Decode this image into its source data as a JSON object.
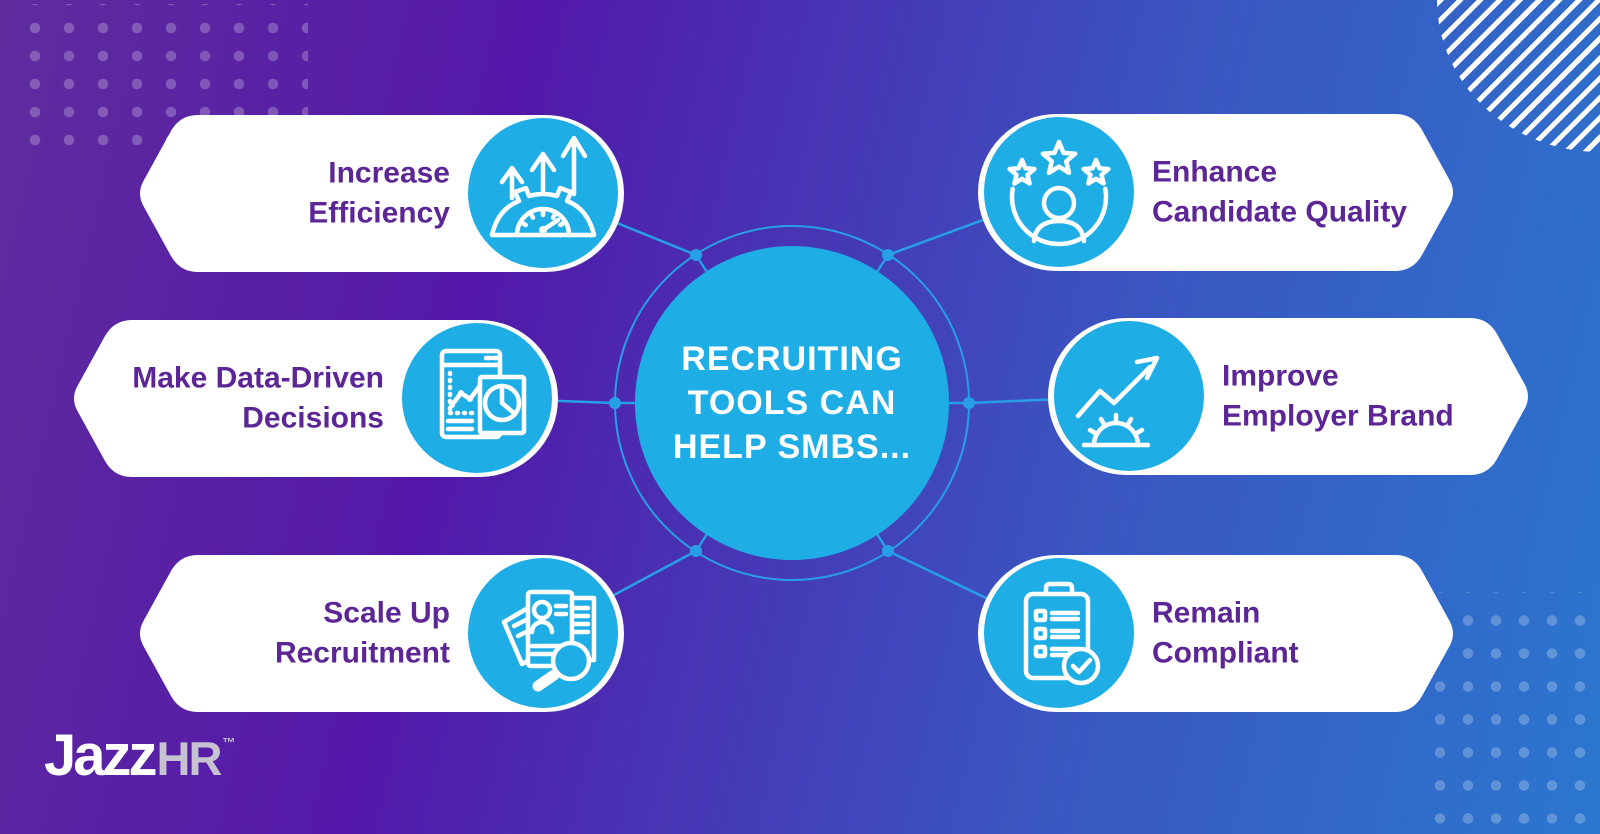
{
  "background": {
    "gradient_from": "#5F2C9E",
    "gradient_to": "#2B77CF"
  },
  "colors": {
    "accent_cyan": "#1FADE6",
    "connector_cyan": "#279FE6",
    "text_purple": "#5D2697",
    "pill_background": "#FFFFFF"
  },
  "center": {
    "title": "RECRUITING\nTOOLS CAN\nHELP SMBS..."
  },
  "pills": [
    {
      "label": "Increase\nEfficiency",
      "icon": "speedometer-growth-arrows-icon",
      "side": "left"
    },
    {
      "label": "Make Data-Driven\nDecisions",
      "icon": "analytics-dashboard-pie-chart-icon",
      "side": "left"
    },
    {
      "label": "Scale Up\nRecruitment",
      "icon": "resumes-magnifying-glass-icon",
      "side": "left"
    },
    {
      "label": "Enhance\nCandidate Quality",
      "icon": "candidate-stars-icon",
      "side": "right"
    },
    {
      "label": "Improve\nEmployer Brand",
      "icon": "growth-arrow-gear-icon",
      "side": "right"
    },
    {
      "label": "Remain\nCompliant",
      "icon": "clipboard-checklist-check-icon",
      "side": "right"
    }
  ],
  "logo": {
    "brand": "Jazz",
    "suffix": "HR",
    "trademark": "™"
  }
}
